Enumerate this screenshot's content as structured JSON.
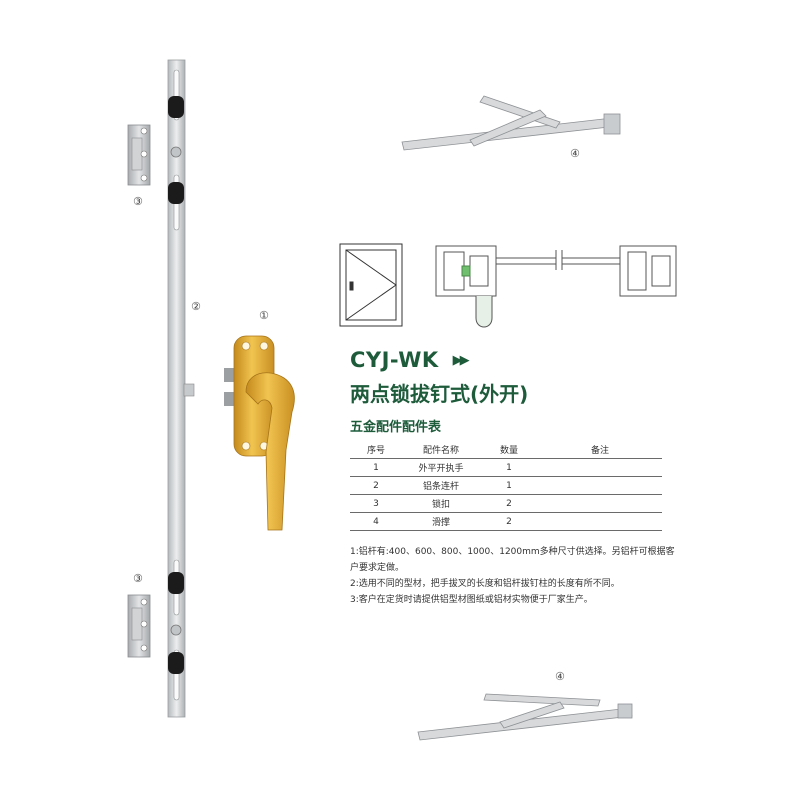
{
  "product": {
    "model": "CYJ-WK",
    "arrows": "▶▶",
    "subtitle": "两点锁拔钉式(外开)",
    "table_title": "五金配件配件表"
  },
  "callouts": {
    "n1": "①",
    "n2": "②",
    "n3_top": "③",
    "n3_bottom": "③",
    "n4_top": "④",
    "n4_bottom": "④"
  },
  "table": {
    "headers": [
      "序号",
      "配件名称",
      "数量",
      "备注"
    ],
    "rows": [
      [
        "1",
        "外平开执手",
        "1",
        ""
      ],
      [
        "2",
        "铝条连杆",
        "1",
        ""
      ],
      [
        "3",
        "锁扣",
        "2",
        ""
      ],
      [
        "4",
        "滑撑",
        "2",
        ""
      ]
    ]
  },
  "notes": [
    "1:铝杆有:400、600、800、1000、1200mm多种尺寸供选择。另铝杆可根据客户要求定做。",
    "2:选用不同的型材，把手拔叉的长度和铝杆拔钉柱的长度有所不同。",
    "3:客户在定货时请提供铝型材图纸或铝材实物便于厂家生产。"
  ],
  "colors": {
    "brand_green": "#1d5b3b",
    "handle_gold": "#d8a22e",
    "metal": "#c9cccf"
  },
  "icons": {
    "handle": "window-handle-image",
    "rod": "aluminum-rod-image",
    "keeper": "lock-keeper-image",
    "stay": "friction-stay-image"
  }
}
